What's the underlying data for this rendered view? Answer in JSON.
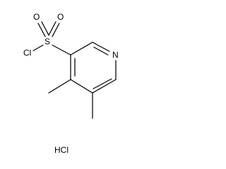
{
  "structure": {
    "atoms": {
      "chlorine": "Cl",
      "sulfur": "S",
      "oxygen_left": "O",
      "oxygen_right": "O",
      "nitrogen": "N"
    },
    "salt": "HCl"
  },
  "colors": {
    "ink": "#000000",
    "background": "#ffffff"
  }
}
